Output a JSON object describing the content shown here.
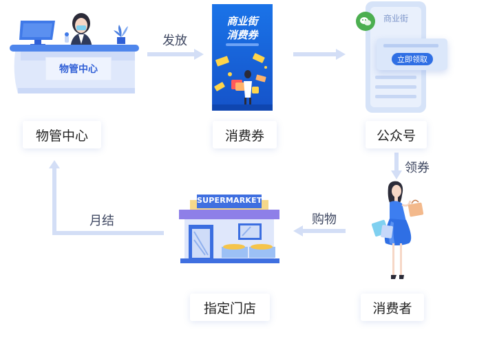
{
  "nodes": {
    "property_center": {
      "label": "物管中心",
      "desk_sign": "物管中心"
    },
    "coupon": {
      "label": "消费券",
      "poster_title_1": "商业街",
      "poster_title_2": "消费券"
    },
    "official_account": {
      "label": "公众号",
      "phone_header": "商业街",
      "claim_button": "立即领取"
    },
    "consumer": {
      "label": "消费者"
    },
    "store": {
      "label": "指定门店",
      "shop_sign": "SUPERMARKET"
    }
  },
  "edges": {
    "issue": "发放",
    "claim": "领券",
    "shop": "购物",
    "settle": "月结"
  },
  "colors": {
    "accent": "#2f5fd6",
    "arrow": "#c9d8f5",
    "label_shadow": "#5a78c8"
  }
}
